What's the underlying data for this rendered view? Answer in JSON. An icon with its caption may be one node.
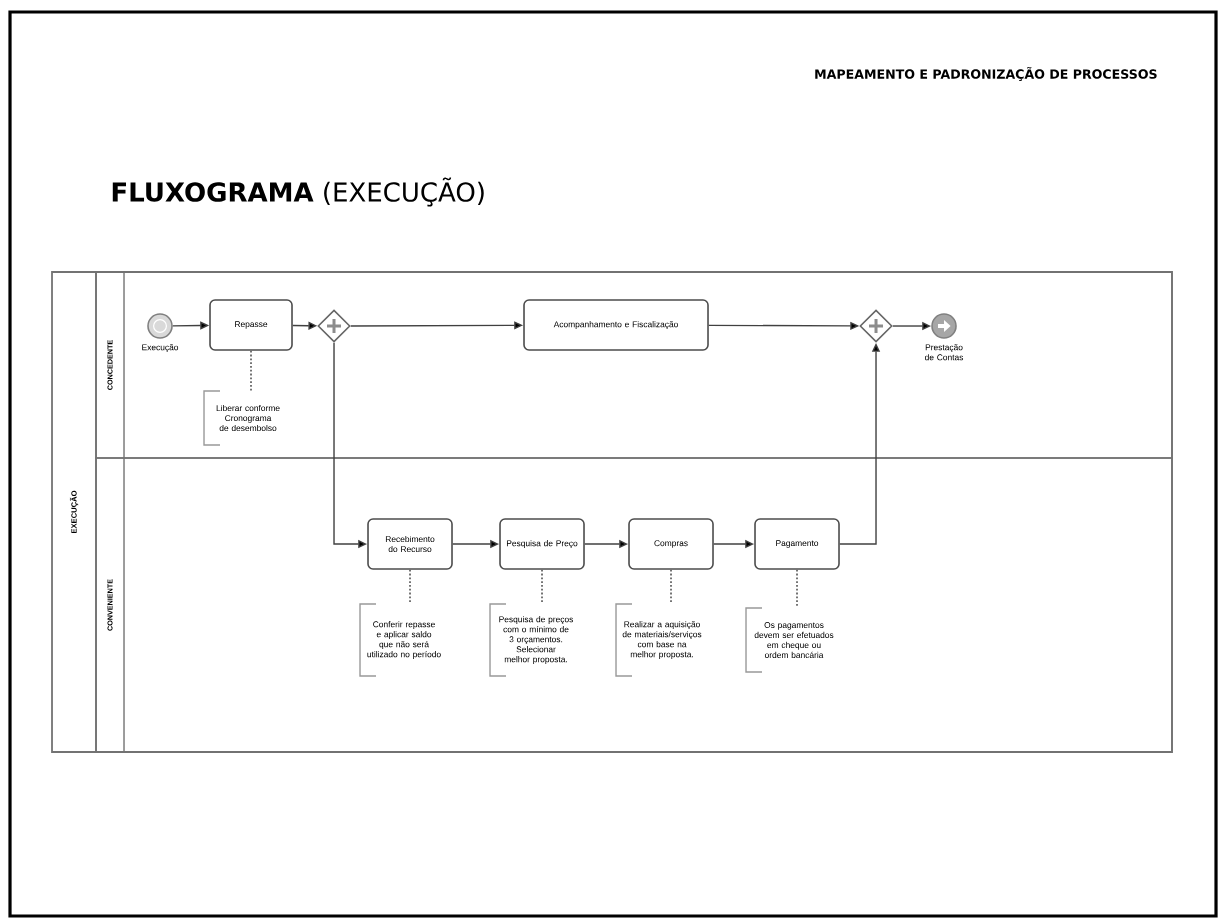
{
  "diagram": {
    "title": "**FLUXOGRAMA** (EXECUÇÃO)",
    "labels": [
      "MAPEAMENTO E PADRONIZAÇÃO DE PROCESSOS"
    ],
    "nodes": [
      {
        "text": [
          "EXECUÇÃO"
        ]
      },
      {
        "text": [
          "CONCEDENTE"
        ],
        "in": 0
      },
      {
        "text": [
          "CONVENIENTE"
        ],
        "in": 0
      },
      {
        "text": [],
        "shape": "circle",
        "beside": [
          "Execução"
        ],
        "in": 1
      },
      {
        "text": [
          "Repasse"
        ],
        "in": 1
      },
      {
        "text": [],
        "shape": "diamond",
        "in": 1
      },
      {
        "text": [
          "Acompanhamento e Fiscalização"
        ],
        "in": 1
      },
      {
        "text": [],
        "shape": "diamond",
        "in": 1
      },
      {
        "text": [],
        "shape": "circle",
        "beside": [
          "Prestação de Contas"
        ],
        "in": 1
      },
      {
        "text": [
          "Liberar conforme Cronograma de desembolso"
        ],
        "in": 1
      },
      {
        "text": [
          "Recebimento do Recurso"
        ],
        "in": 2
      },
      {
        "text": [
          "Pesquisa de Preço"
        ],
        "in": 2
      },
      {
        "text": [
          "Compras"
        ],
        "in": 2
      },
      {
        "text": [
          "Pagamento"
        ],
        "in": 2
      },
      {
        "text": [
          "Conferir repasse e aplicar saldo que não será utilizado no período"
        ],
        "in": 2
      },
      {
        "text": [
          "Pesquisa de preços com o mínimo de 3 orçamentos. Selecionar melhor proposta."
        ],
        "in": 2
      },
      {
        "text": [
          "Realizar a aquisição de materiais/serviços com base na melhor proposta."
        ],
        "in": 2
      },
      {
        "text": [
          "Os pagamentos devem ser efetuados em cheque ou ordem bancária"
        ],
        "in": 2
      }
    ],
    "edges": [
      {
        "from": 3,
        "to": 4,
        "arrow": "to"
      },
      {
        "from": 4,
        "to": 5,
        "arrow": "to"
      },
      {
        "from": 5,
        "to": 6,
        "arrow": "to"
      },
      {
        "from": 6,
        "to": 7,
        "arrow": "to"
      },
      {
        "from": 7,
        "to": 8,
        "arrow": "to"
      },
      {
        "from": 5,
        "to": 10,
        "arrow": "to"
      },
      {
        "from": 10,
        "to": 11,
        "arrow": "to"
      },
      {
        "from": 11,
        "to": 12,
        "arrow": "to"
      },
      {
        "from": 12,
        "to": 13,
        "arrow": "to"
      },
      {
        "from": 13,
        "to": 7,
        "arrow": "to"
      },
      {
        "from": 4,
        "to": 9,
        "arrow": "none",
        "style": "dashed"
      },
      {
        "from": 10,
        "to": 14,
        "arrow": "none",
        "style": "dashed"
      },
      {
        "from": 11,
        "to": 15,
        "arrow": "none",
        "style": "dashed"
      },
      {
        "from": 12,
        "to": 16,
        "arrow": "none",
        "style": "dashed"
      },
      {
        "from": 13,
        "to": 17,
        "arrow": "none",
        "style": "dashed"
      }
    ]
  }
}
